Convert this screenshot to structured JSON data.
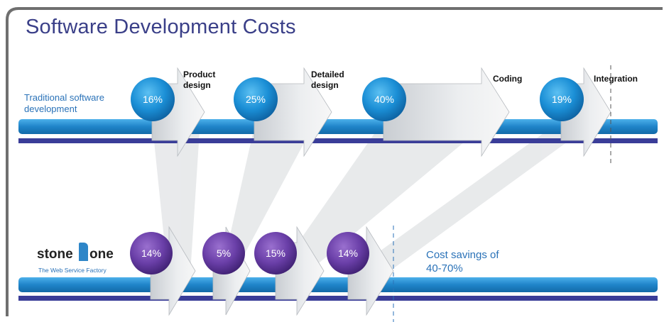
{
  "title": "Software Development Costs",
  "traditional_label": "Traditional software development",
  "phases": [
    {
      "label": "Product design",
      "traditional_pct": "16%",
      "stoneone_pct": "14%"
    },
    {
      "label": "Detailed design",
      "traditional_pct": "25%",
      "stoneone_pct": "5%"
    },
    {
      "label": "Coding",
      "traditional_pct": "40%",
      "stoneone_pct": "15%"
    },
    {
      "label": "Integration",
      "traditional_pct": "19%",
      "stoneone_pct": "14%"
    }
  ],
  "logo": {
    "name_left": "stone",
    "name_right": "one",
    "tagline": "The Web Service Factory"
  },
  "savings_text_line1": "Cost savings of",
  "savings_text_line2": "40-70%",
  "colors": {
    "title": "#3a3f88",
    "label_blue": "#2a72b8",
    "bar_blue": "#1f84c9",
    "bar_navy": "#3a3d98",
    "circle_blue": "#1b8fd6",
    "circle_purple": "#5e3a9c",
    "frame": "#777777"
  }
}
